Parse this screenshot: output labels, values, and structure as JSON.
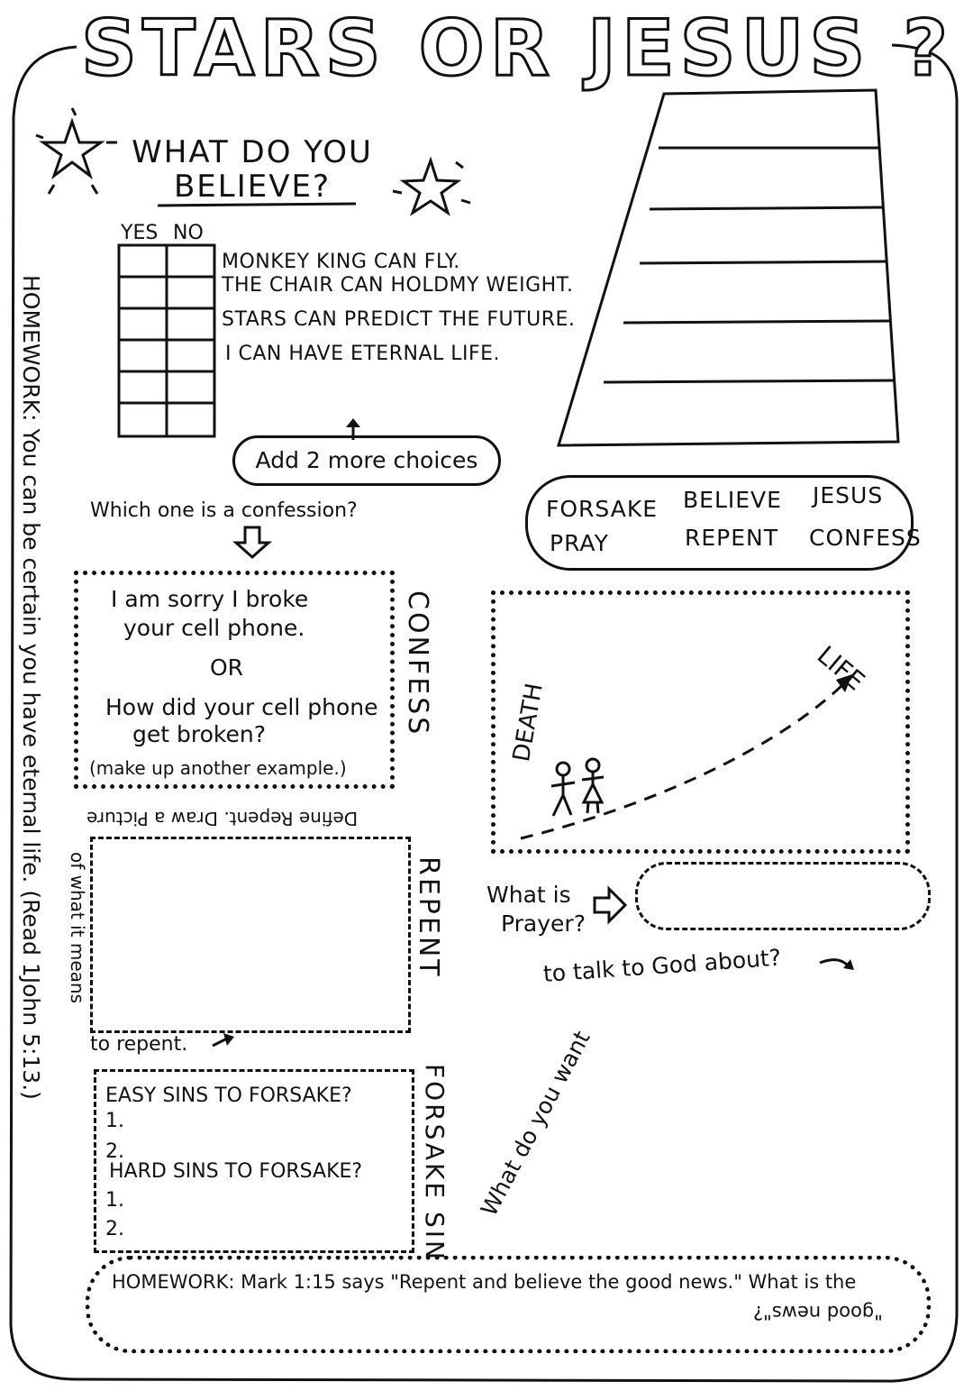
{
  "title": "STARS OR JESUS ?",
  "believe": {
    "heading_line1": "WHAT DO YOU",
    "heading_line2": "BELIEVE?",
    "col_yes": "YES",
    "col_no": "NO",
    "statements": [
      "MONKEY KING CAN FLY.",
      "THE CHAIR CAN HOLDMY WEIGHT.",
      "STARS CAN PREDICT THE FUTURE.",
      "I CAN HAVE ETERNAL LIFE."
    ],
    "add_choices": "Add 2 more choices",
    "confession_question": "Which one is a confession?"
  },
  "word_bank": {
    "words": [
      "FORSAKE",
      "BELIEVE",
      "JESUS",
      "PRAY",
      "REPENT",
      "CONFESS"
    ]
  },
  "confess": {
    "label": "CONFESS",
    "line1": "I am sorry I broke",
    "line2": "your cell phone.",
    "or": "OR",
    "line3": "How did your cell phone",
    "line4": "get broken?",
    "note": "(make up another example.)"
  },
  "life_diagram": {
    "life_label": "LIFE",
    "death_label": "DEATH"
  },
  "repent": {
    "label": "REPENT",
    "instruction_top": "Define Repent. Draw a Picture",
    "instruction_side": "of what it means",
    "instruction_bottom": "to repent."
  },
  "prayer": {
    "question_line1": "What is",
    "question_line2": "Prayer?",
    "talk_question_horizontal": "to talk to God about?",
    "talk_question_vertical": "What do you want"
  },
  "forsake": {
    "label": "FORSAKE SIN",
    "easy": "EASY SINS TO FORSAKE?",
    "hard": "HARD SINS TO FORSAKE?",
    "num1": "1.",
    "num2": "2."
  },
  "homework_side": "HOMEWORK: You can be certain you have eternal life. (Read 1John 5:13.)",
  "homework_bottom": {
    "line1": "HOMEWORK: Mark 1:15 says \"Repent and believe the good news.\" What is the",
    "line2": "\"good news\"?"
  }
}
